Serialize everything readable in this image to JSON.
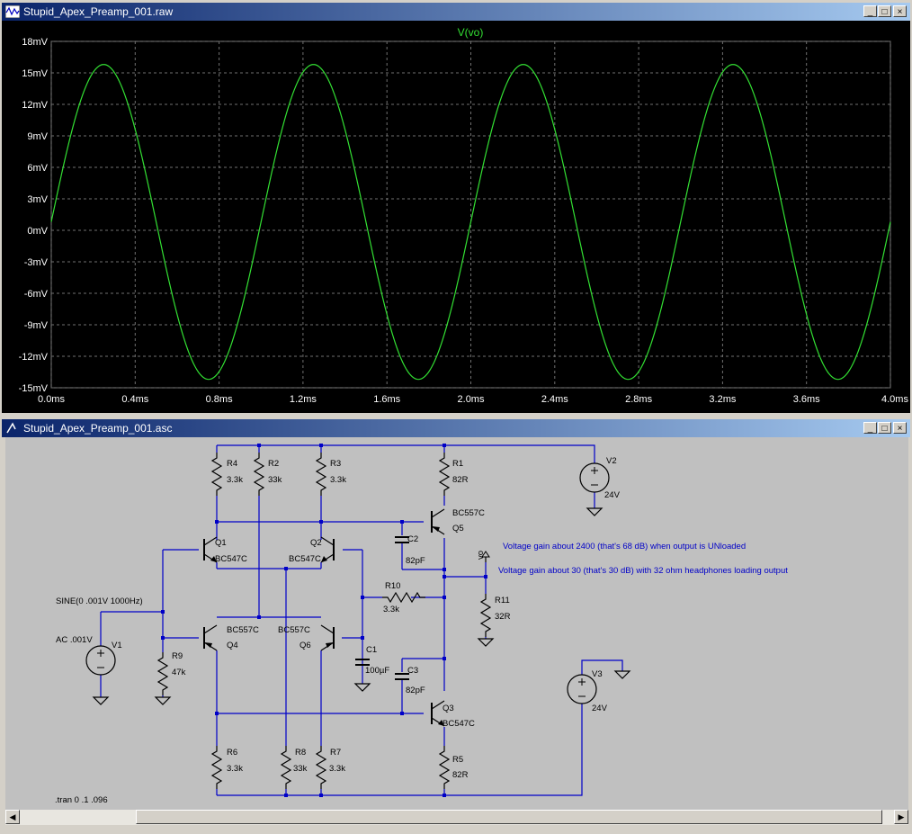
{
  "waveform_window": {
    "title": "Stupid_Apex_Preamp_001.raw",
    "controls": {
      "minimize": "_",
      "restore": "□",
      "close": "×"
    }
  },
  "schematic_window": {
    "title": "Stupid_Apex_Preamp_001.asc",
    "controls": {
      "minimize": "_",
      "restore": "□",
      "close": "×"
    }
  },
  "chart_data": {
    "type": "line",
    "title": "V(vo)",
    "xlabel": "",
    "ylabel": "",
    "xlim": [
      0,
      4.0
    ],
    "ylim": [
      -15,
      18
    ],
    "x_unit": "ms",
    "y_unit": "mV",
    "x_ticks": [
      "0.0ms",
      "0.4ms",
      "0.8ms",
      "1.2ms",
      "1.6ms",
      "2.0ms",
      "2.4ms",
      "2.8ms",
      "3.2ms",
      "3.6ms",
      "4.0ms"
    ],
    "y_ticks": [
      "18mV",
      "15mV",
      "12mV",
      "9mV",
      "6mV",
      "3mV",
      "0mV",
      "-3mV",
      "-6mV",
      "-9mV",
      "-12mV",
      "-15mV"
    ],
    "grid": true,
    "series": [
      {
        "name": "V(vo)",
        "color": "#33e033",
        "model": "sine",
        "offset_mV": 0.8,
        "amplitude_mV": 15.0,
        "frequency_kHz": 1.0,
        "points": [
          [
            0.0,
            0.8
          ],
          [
            0.25,
            15.8
          ],
          [
            0.5,
            0.8
          ],
          [
            0.75,
            -14.2
          ],
          [
            1.0,
            0.8
          ],
          [
            1.25,
            15.8
          ],
          [
            1.5,
            0.8
          ],
          [
            1.75,
            -14.2
          ],
          [
            2.0,
            0.8
          ],
          [
            2.25,
            15.8
          ],
          [
            2.5,
            0.8
          ],
          [
            2.75,
            -14.2
          ],
          [
            3.0,
            0.8
          ],
          [
            3.25,
            15.8
          ],
          [
            3.5,
            0.8
          ],
          [
            3.75,
            -14.2
          ],
          [
            4.0,
            0.8
          ]
        ]
      }
    ]
  },
  "schematic": {
    "components": {
      "R4": {
        "name": "R4",
        "value": "3.3k"
      },
      "R2": {
        "name": "R2",
        "value": "33k"
      },
      "R3": {
        "name": "R3",
        "value": "3.3k"
      },
      "R1": {
        "name": "R1",
        "value": "82R"
      },
      "V2": {
        "name": "V2",
        "value": "24V"
      },
      "Q1": {
        "name": "Q1",
        "model": "BC547C"
      },
      "Q2": {
        "name": "Q2",
        "model": "BC547C"
      },
      "Q5": {
        "name": "Q5",
        "model": "BC557C"
      },
      "C2": {
        "name": "C2",
        "value": "82pF"
      },
      "R10": {
        "name": "R10",
        "value": "3.3k"
      },
      "R11": {
        "name": "R11",
        "value": "32R"
      },
      "Q4": {
        "name": "Q4",
        "model": "BC557C"
      },
      "Q6": {
        "name": "Q6",
        "model": "BC557C"
      },
      "C1": {
        "name": "C1",
        "value": "100µF"
      },
      "V1": {
        "name": "V1",
        "value": "AC .001V",
        "source": "SINE(0 .001V 1000Hz)"
      },
      "R9": {
        "name": "R9",
        "value": "47k"
      },
      "C3": {
        "name": "C3",
        "value": "82pF"
      },
      "V3": {
        "name": "V3",
        "value": "24V"
      },
      "Q3": {
        "name": "Q3",
        "model": "BC547C"
      },
      "R6": {
        "name": "R6",
        "value": "3.3k"
      },
      "R8": {
        "name": "R8",
        "value": "33k"
      },
      "R7": {
        "name": "R7",
        "value": "3.3k"
      },
      "R5": {
        "name": "R5",
        "value": "82R"
      }
    },
    "net_label_vo": "vo",
    "note_unloaded": "Voltage gain about 2400  (that's 68 dB) when output is UNloaded",
    "note_loaded": "Voltage gain about 30 (that's 30 dB) with 32 ohm headphones loading output",
    "directive": ".tran 0 .1 .096",
    "colors": {
      "wire": "#0000c8",
      "component": "#000000",
      "text": "#000000",
      "note": "#0000c8"
    }
  },
  "scrollbar": {
    "left_arrow": "◀",
    "right_arrow": "▶"
  }
}
